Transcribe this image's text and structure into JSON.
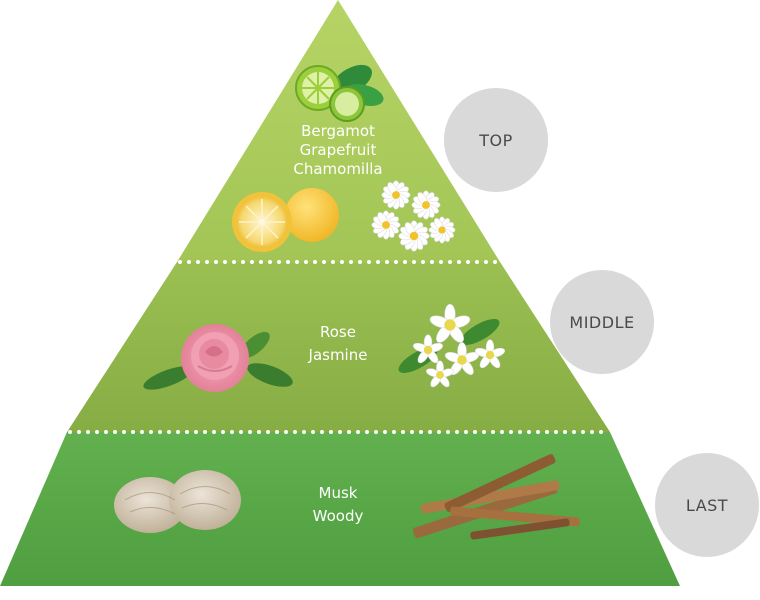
{
  "tiers": [
    {
      "id": "top",
      "label": "TOP",
      "notes": [
        "Bergamot",
        "Grapefruit",
        "Chamomilla"
      ],
      "color": "#a8c95a",
      "ingredients": [
        "bergamot-lime",
        "grapefruit",
        "chamomile-flowers"
      ]
    },
    {
      "id": "middle",
      "label": "MIDDLE",
      "notes": [
        "Rose",
        "Jasmine"
      ],
      "color": "#8cb34a",
      "ingredients": [
        "rose",
        "jasmine-flowers"
      ]
    },
    {
      "id": "last",
      "label": "LAST",
      "notes": [
        "Musk",
        "Woody"
      ],
      "color": "#5aa84a",
      "ingredients": [
        "musk-pods",
        "wood-sticks"
      ]
    }
  ],
  "colors": {
    "circle": "#d9d9d9",
    "circle_text": "#4a4a4a",
    "note_text": "#ffffff",
    "divider_dots": "#ffffff"
  }
}
